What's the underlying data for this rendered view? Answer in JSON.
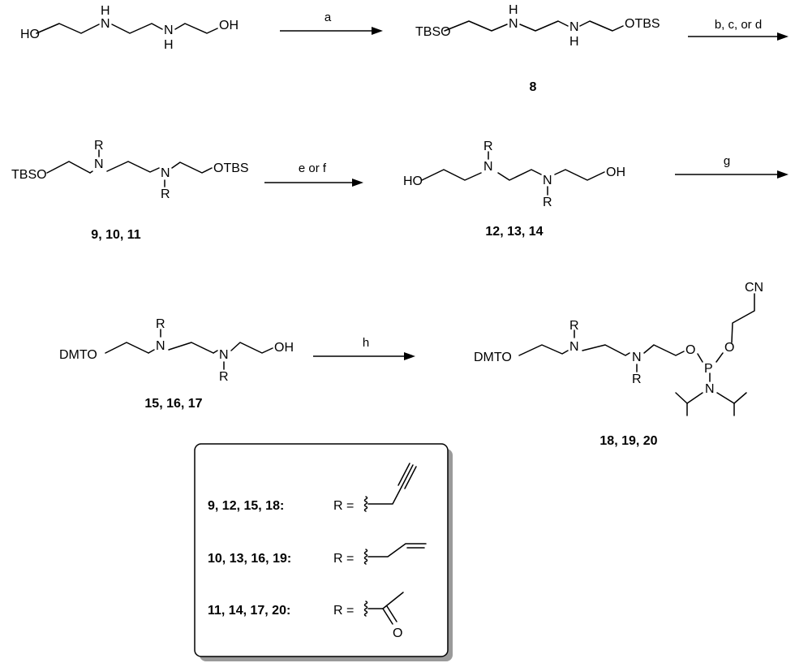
{
  "scheme": {
    "row1": {
      "start_material": {
        "left_group": "HO",
        "right_group": "OH",
        "n1": "N",
        "h1": "H",
        "n2": "N",
        "h2": "H"
      },
      "arrow_a": "a",
      "compound8": {
        "left_group": "TBSO",
        "right_group": "OTBS",
        "n1": "N",
        "h1": "H",
        "n2": "N",
        "h2": "H",
        "number": "8"
      },
      "arrow_bcd": "b, c, or d"
    },
    "row2": {
      "compound9": {
        "left_group": "TBSO",
        "right_group": "OTBS",
        "n1": "N",
        "r1": "R",
        "n2": "N",
        "r2": "R",
        "number": "9, 10, 11"
      },
      "arrow_ef": "e or f",
      "compound12": {
        "left_group": "HO",
        "right_group": "OH",
        "n1": "N",
        "r1": "R",
        "n2": "N",
        "r2": "R",
        "number": "12, 13, 14"
      },
      "arrow_g": "g"
    },
    "row3": {
      "compound15": {
        "left_group": "DMTO",
        "right_group": "OH",
        "n1": "N",
        "r1": "R",
        "n2": "N",
        "r2": "R",
        "number": "15, 16, 17"
      },
      "arrow_h": "h",
      "compound18": {
        "left_group": "DMTO",
        "n1": "N",
        "r1": "R",
        "n2": "N",
        "r2": "R",
        "o1": "O",
        "p": "P",
        "o2": "O",
        "cn": "CN",
        "n3": "N",
        "number": "18, 19, 20"
      }
    },
    "legend": {
      "rows": [
        {
          "label": "9, 12, 15, 18:",
          "eq": "R ="
        },
        {
          "label": "10, 13, 16, 19:",
          "eq": "R ="
        },
        {
          "label": "11, 14, 17, 20:",
          "eq": "R =",
          "oxygen": "O"
        }
      ]
    }
  }
}
